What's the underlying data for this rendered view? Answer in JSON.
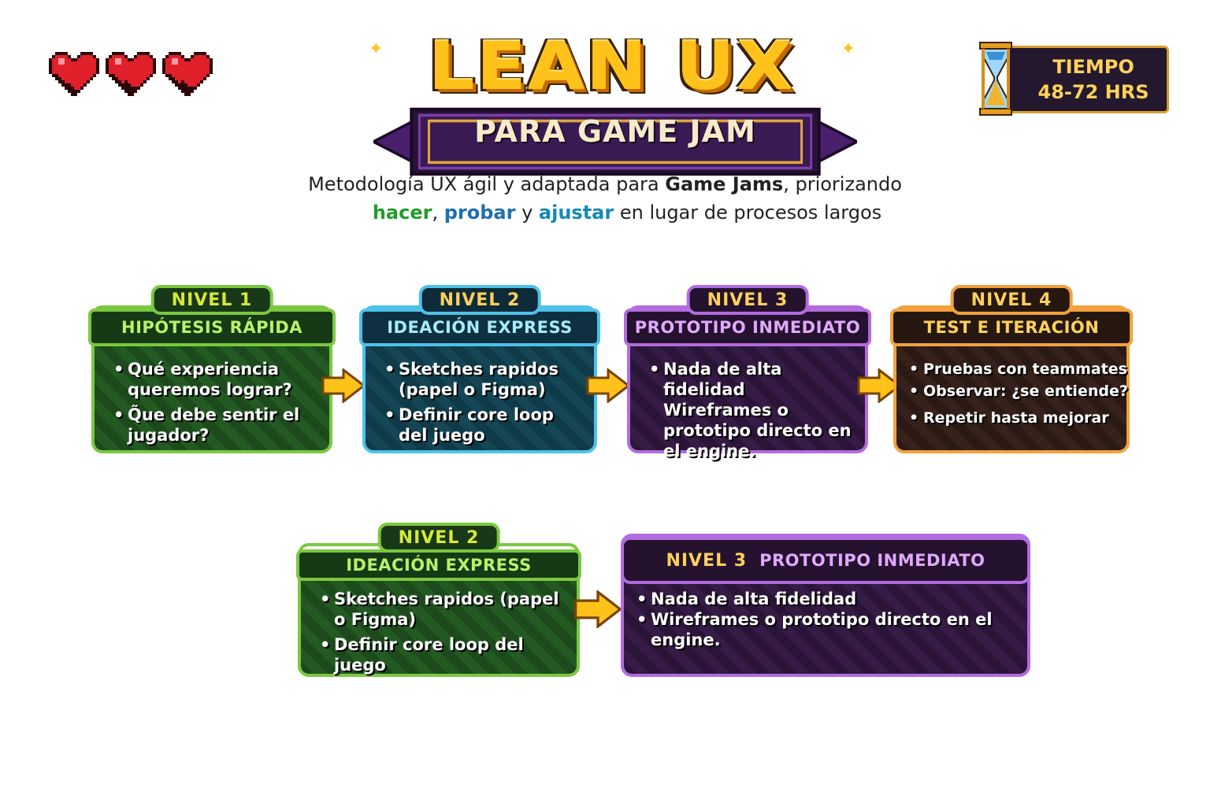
{
  "header": {
    "title": "LEAN UX",
    "banner": "PARA GAME JAM",
    "lives": 3
  },
  "timer": {
    "label": "TIEMPO",
    "value": "48-72 HRS"
  },
  "subtitle": {
    "line1_a": "Metodología UX ágil y adaptada para ",
    "line1_b": "Game Jams",
    "line1_c": ", priorizando",
    "w1": "hacer",
    "sep1": ", ",
    "w2": "probar",
    "sep2": " y ",
    "w3": "ajustar",
    "line2_end": " en lugar de procesos largos"
  },
  "levels_top": [
    {
      "tag": "NIVEL 1",
      "title": "HIPÓTESIS RÁPIDA",
      "bullets": [
        "Qué experiencia queremos lograr?",
        "Q̃ue debe sentir el jugador?"
      ]
    },
    {
      "tag": "NIVEL 2",
      "title": "IDEACIÓN EXPRESS",
      "bullets": [
        "Sketches rapidos (papel o Figma)",
        "Definir core loop del juego"
      ]
    },
    {
      "tag": "NIVEL 3",
      "title": "PROTOTIPO INMEDIATO",
      "bullets": [
        "Nada de alta fidelidad Wireframes o prototipo directo en el engine."
      ]
    },
    {
      "tag": "NIVEL 4",
      "title": "TEST E ITERACIÓN",
      "bullets": [
        "Pruebas con teammates",
        "Observar: ¿se entiende?",
        "Repetir hasta mejorar"
      ]
    }
  ],
  "levels_bottom": [
    {
      "tag": "NIVEL 2",
      "title": "IDEACIÓN EXPRESS",
      "bullets": [
        "Sketches rapidos (papel o Figma)",
        "Definir core loop del juego"
      ]
    },
    {
      "tag": "NIVEL 3",
      "title": "PROTOTIPO INMEDIATO",
      "bullets": [
        "Nada de alta fidelidad",
        "Wireframes o prototipo directo en el engine."
      ]
    }
  ],
  "colors": {
    "gold": "#ffc21a",
    "green": "#7ac840",
    "blue": "#4ec2ea",
    "purple": "#b36be0",
    "orange": "#f2a23c",
    "heart": "#e0202a"
  },
  "icons": [
    "heart-icon",
    "hourglass-icon",
    "arrow-right-icon",
    "sparkle-icon"
  ]
}
